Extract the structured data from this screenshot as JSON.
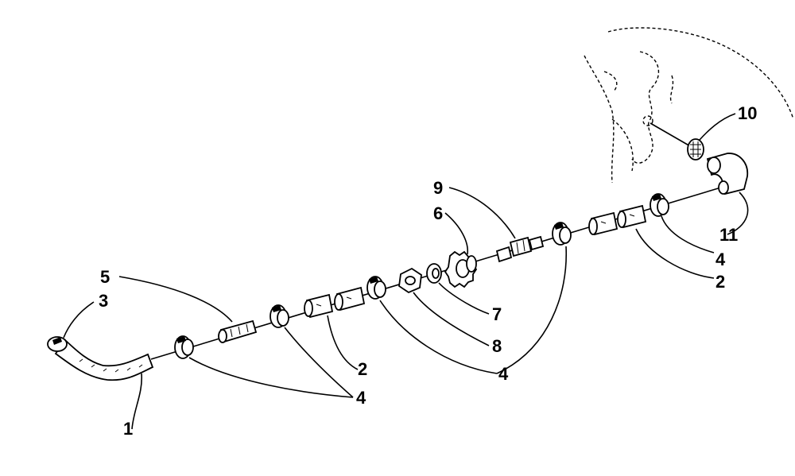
{
  "callouts": {
    "c1": "1",
    "c2a": "2",
    "c2b": "2",
    "c3": "3",
    "c4a": "4",
    "c4b": "4",
    "c4c": "4",
    "c5": "5",
    "c6": "6",
    "c7": "7",
    "c8": "8",
    "c9": "9",
    "c10": "10",
    "c11": "11"
  },
  "colors": {
    "ink": "#000000",
    "paper": "#ffffff"
  }
}
